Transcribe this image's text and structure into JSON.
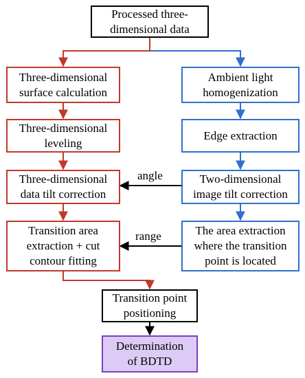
{
  "colors": {
    "black": "#000000",
    "red": "#c0392b",
    "blue": "#2f6fd0",
    "purple_border": "#7a3fc0",
    "purple_fill": "#dcccf5"
  },
  "nodes": {
    "processed_data": {
      "line1": "Processed three-",
      "line2": "dimensional data"
    },
    "surface_calc": {
      "line1": "Three-dimensional",
      "line2": "surface calculation"
    },
    "leveling": {
      "line1": "Three-dimensional",
      "line2": "leveling"
    },
    "tilt_correction_3d": {
      "line1": "Three-dimensional",
      "line2": "data tilt correction"
    },
    "transition_area": {
      "line1": "Transition area",
      "line2": "extraction + cut",
      "line3": "contour fitting"
    },
    "ambient_light": {
      "line1": "Ambient light",
      "line2": "homogenization"
    },
    "edge_extraction": {
      "line1": "Edge extraction"
    },
    "tilt_correction_2d": {
      "line1": "Two-dimensional",
      "line2": "image tilt correction"
    },
    "area_extraction": {
      "line1": "The area extraction",
      "line2": "where the transition",
      "line3": "point is located"
    },
    "transition_point": {
      "line1": "Transition point",
      "line2": "positioning"
    },
    "bdtd": {
      "line1": "Determination",
      "line2": "of BDTD"
    }
  },
  "edge_labels": {
    "angle": "angle",
    "range": "range"
  }
}
